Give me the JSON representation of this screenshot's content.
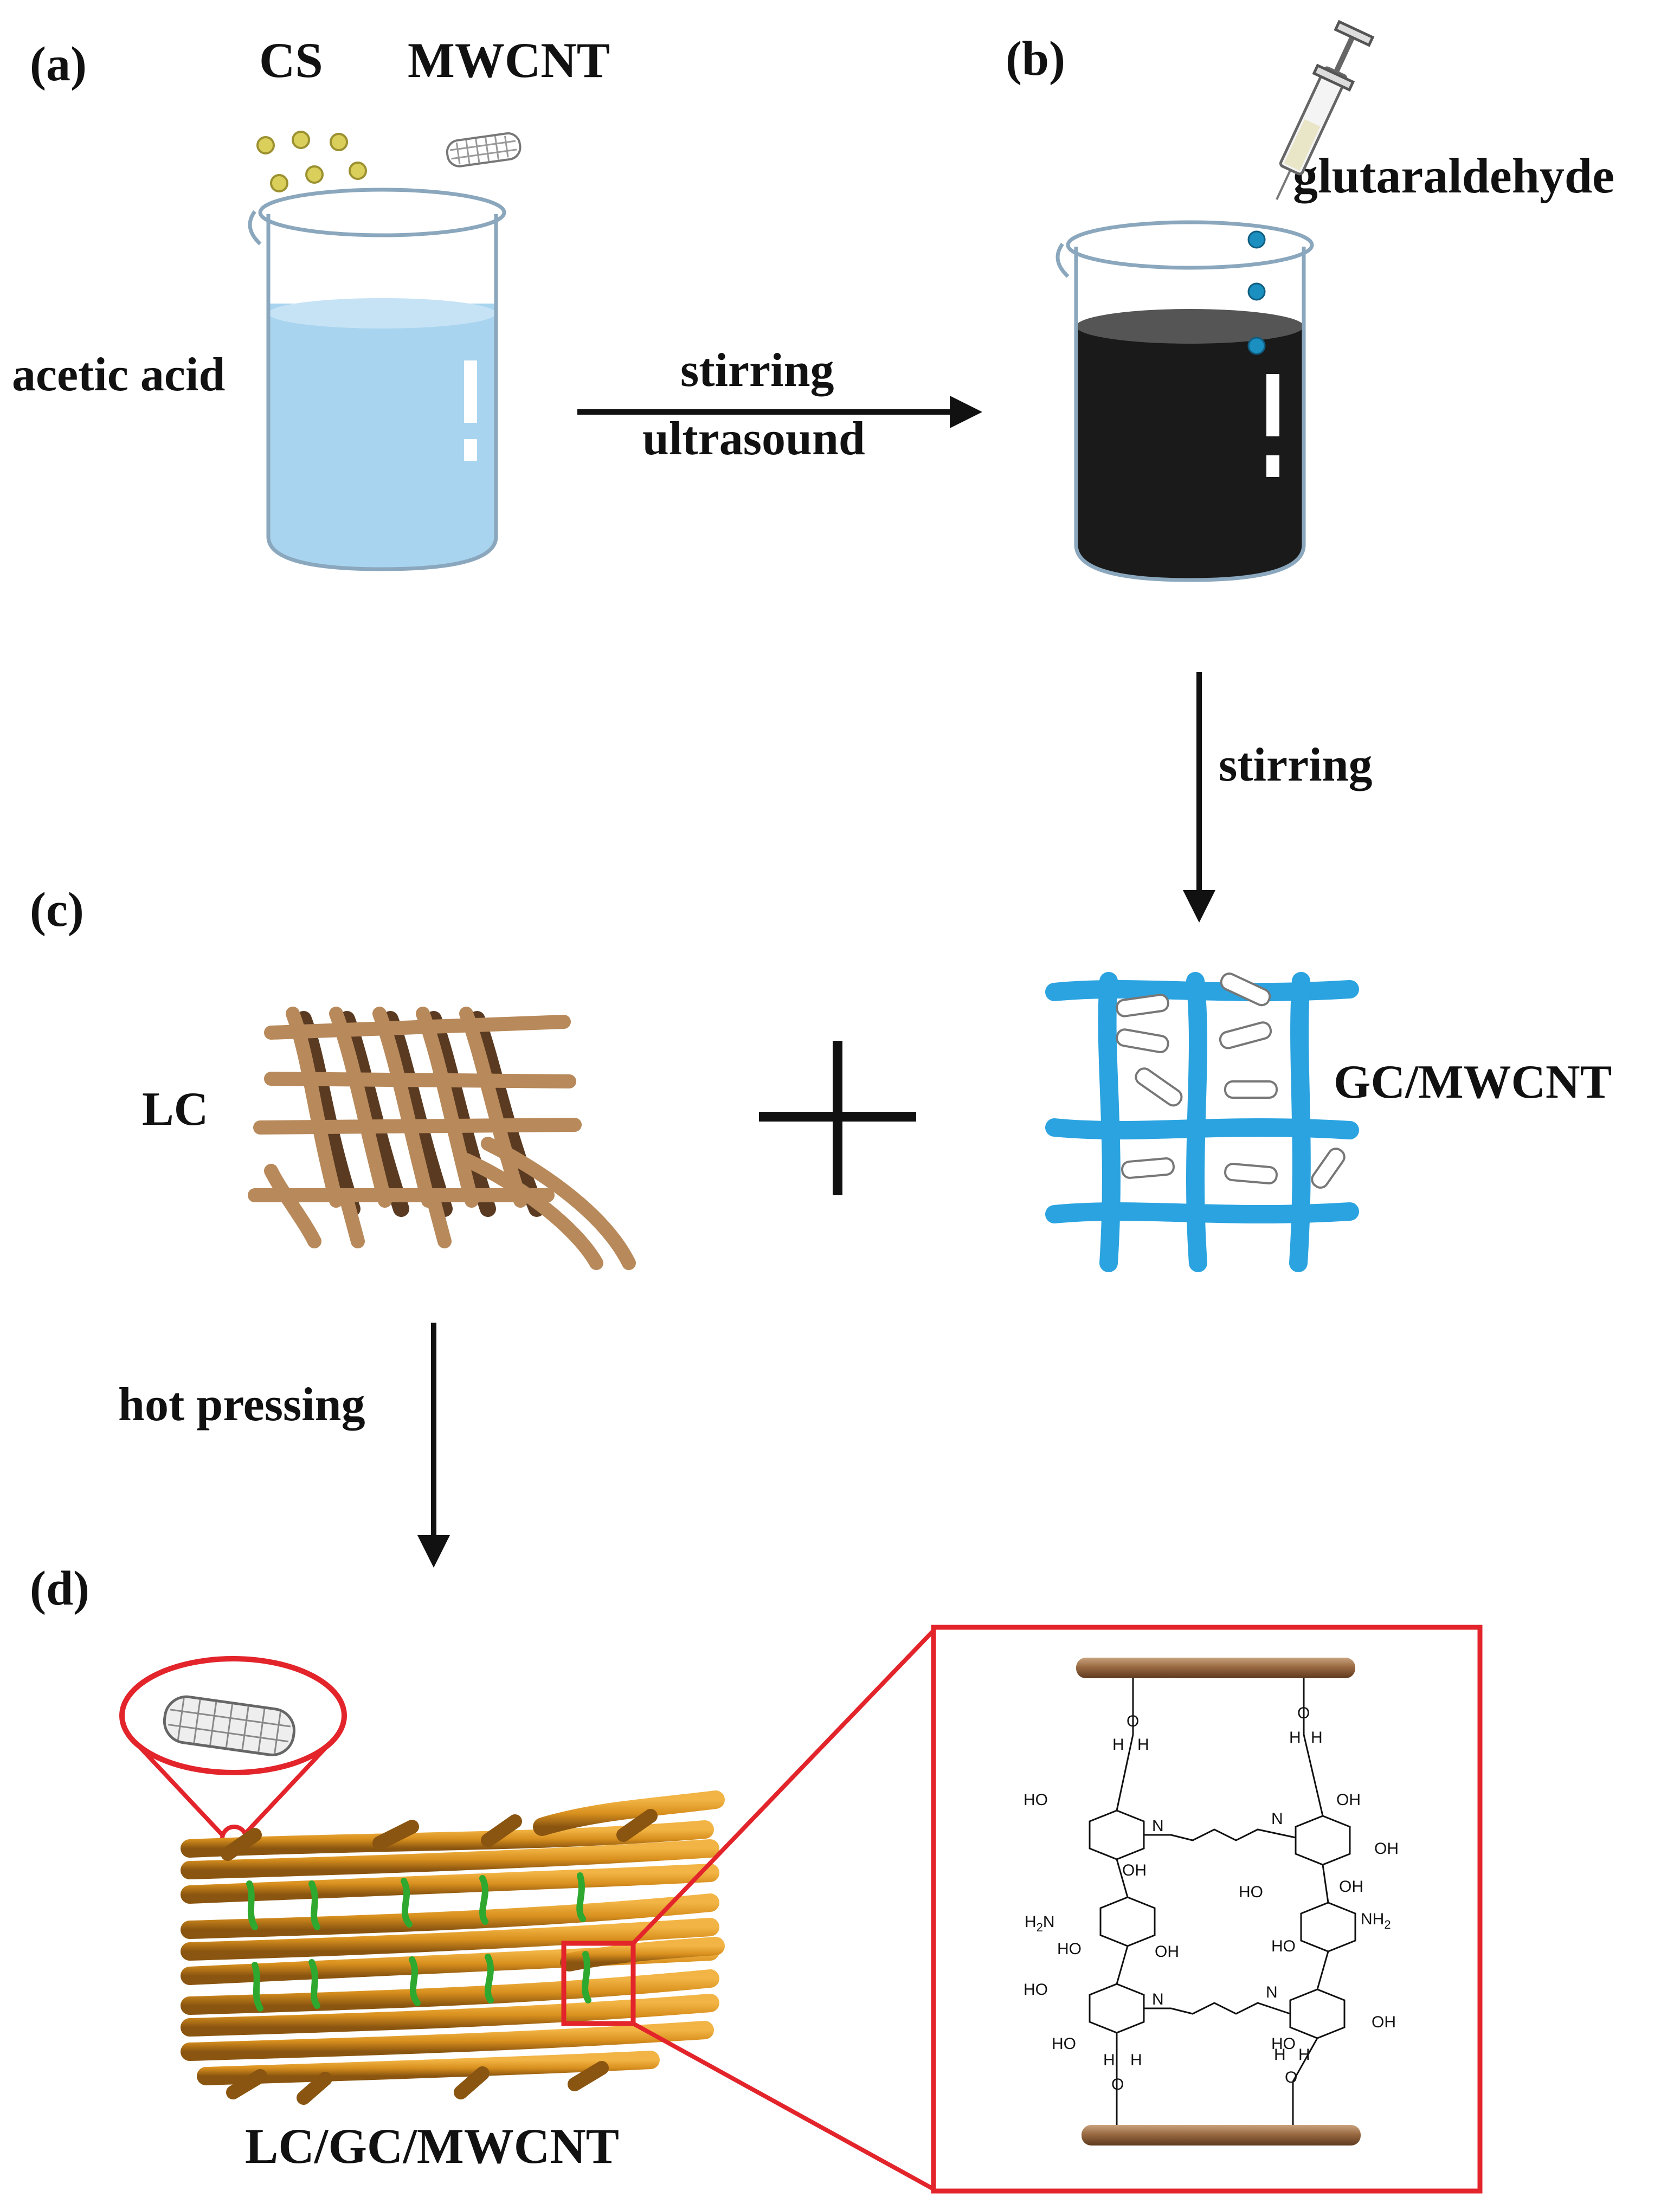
{
  "panels": {
    "a": "(a)",
    "b": "(b)",
    "c": "(c)",
    "d": "(d)"
  },
  "reagents": {
    "cs": "CS",
    "mwcnt": "MWCNT",
    "acetic_acid": "acetic acid",
    "glutaraldehyde": "glutaraldehyde"
  },
  "steps": {
    "stirring_1": "stirring",
    "ultrasound": "ultrasound",
    "stirring_2": "stirring",
    "hot_pressing": "hot pressing"
  },
  "materials": {
    "lc": "LC",
    "gc_mwcnt": "GC/MWCNT",
    "composite": "LC/GC/MWCNT",
    "plus": "+"
  },
  "chemistry": {
    "ho": "HO",
    "oh": "OH",
    "o": "O",
    "h": "H",
    "n": "N",
    "h2n": "H2N",
    "nh2": "NH2"
  },
  "colors": {
    "acetic_acid_liquid": "#a8d4ef",
    "dark_solution": "#1a1a1a",
    "cs_particles": "#d9cf5a",
    "glutaraldehyde_drops": "#1b8fbf",
    "gc_network": "#2aa3e0",
    "lc_fibers": "#b8895a",
    "composite_fibers": "#d9901e",
    "crosslink": "#2ea82e",
    "highlight": "#e3242b"
  }
}
